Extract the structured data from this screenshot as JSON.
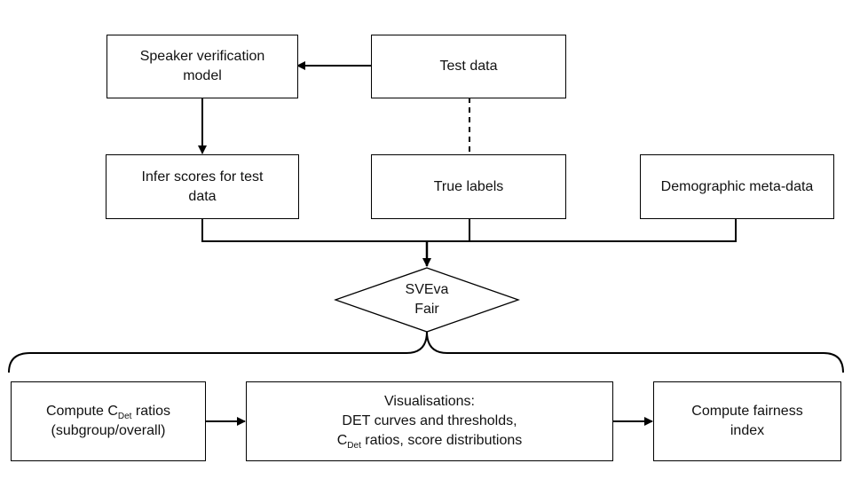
{
  "nodes": {
    "model": {
      "line1": "Speaker verification",
      "line2": "model"
    },
    "test_data": {
      "label": "Test data"
    },
    "infer": {
      "line1": "Infer scores for test",
      "line2": "data"
    },
    "true_labels": {
      "label": "True labels"
    },
    "demographic": {
      "label": "Demographic meta-data"
    },
    "sveva": {
      "line1": "SVEva",
      "line2": "Fair"
    },
    "cdet": {
      "prefix": "Compute C",
      "sub": "Det",
      "suffix": " ratios",
      "line2": "(subgroup/overall)"
    },
    "vis": {
      "line1": "Visualisations:",
      "line2": "DET curves and thresholds,",
      "line3_prefix": "C",
      "line3_sub": "Det",
      "line3_suffix": " ratios, score distributions"
    },
    "fairness": {
      "line1": "Compute fairness",
      "line2": "index"
    }
  }
}
